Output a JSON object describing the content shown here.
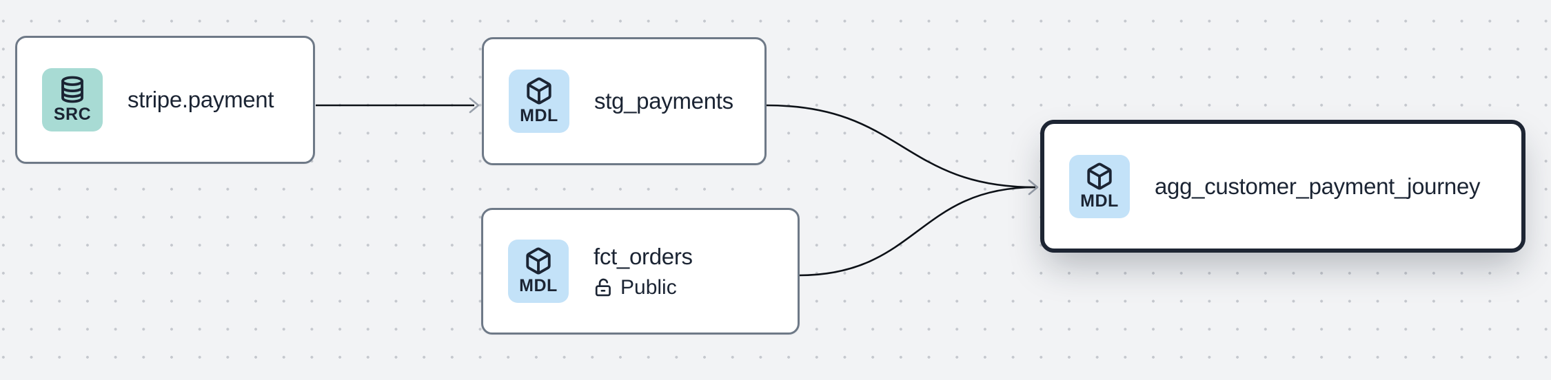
{
  "canvas": {
    "background_color": "#f2f3f5",
    "dot_color": "#c5c8ce",
    "edge_color": "#0d1117",
    "arrowhead_color": "#9aa1ac",
    "node_border_color": "#6e7987",
    "selected_node_border_color": "#1d2533",
    "text_color": "#1b2433"
  },
  "nodes": [
    {
      "id": "stripe.payment",
      "title": "stripe.payment",
      "type_label": "SRC",
      "type_icon": "database-icon",
      "badge_color": "#a8dbd4",
      "selected": false
    },
    {
      "id": "stg_payments",
      "title": "stg_payments",
      "type_label": "MDL",
      "type_icon": "cube-icon",
      "badge_color": "#c3e2f8",
      "selected": false
    },
    {
      "id": "fct_orders",
      "title": "fct_orders",
      "type_label": "MDL",
      "type_icon": "cube-icon",
      "badge_color": "#c3e2f8",
      "access": "Public",
      "access_icon": "lock-open-icon",
      "selected": false
    },
    {
      "id": "agg_customer_payment_journey",
      "title": "agg_customer_payment_journey",
      "type_label": "MDL",
      "type_icon": "cube-icon",
      "badge_color": "#c3e2f8",
      "selected": true
    }
  ],
  "edges": [
    {
      "from": "stripe.payment",
      "to": "stg_payments"
    },
    {
      "from": "stg_payments",
      "to": "agg_customer_payment_journey"
    },
    {
      "from": "fct_orders",
      "to": "agg_customer_payment_journey"
    }
  ]
}
